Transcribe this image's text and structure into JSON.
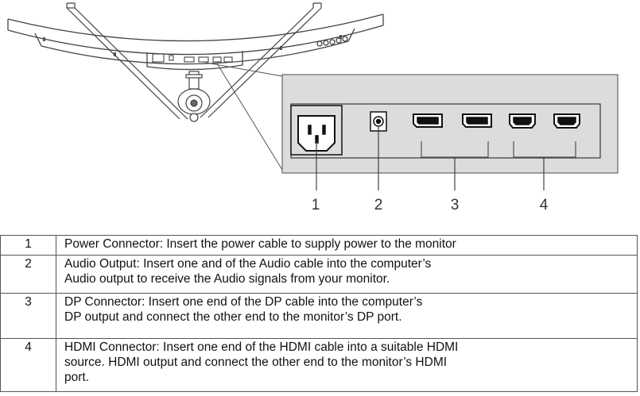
{
  "diagram": {
    "callouts": [
      "1",
      "2",
      "3",
      "4"
    ]
  },
  "table": {
    "rows": [
      {
        "num": "1",
        "lines": [
          "Power Connector: Insert the power cable to supply power to the monitor"
        ]
      },
      {
        "num": "2",
        "lines": [
          "Audio Output: Insert one and of the Audio cable into the computer’s",
          "Audio output to receive the Audio signals from your monitor."
        ]
      },
      {
        "num": "3",
        "lines": [
          "DP Connector: Insert one end of the DP cable into the computer’s",
          "DP output and connect the other end to the monitor’s DP port."
        ]
      },
      {
        "num": "4",
        "lines": [
          "HDMI Connector: Insert one end of the HDMI cable into a suitable HDMI",
          "source.  HDMI output and connect the other end to the monitor’s HDMI",
          "port."
        ]
      }
    ]
  }
}
